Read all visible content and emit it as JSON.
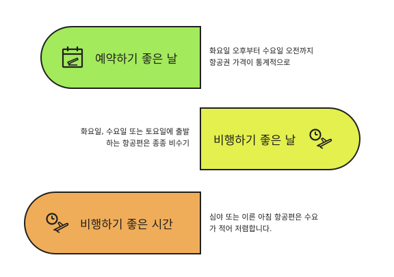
{
  "items": [
    {
      "label": "예약하기 좋은 날",
      "icon": "calendar-plane-icon",
      "color": "#a3ea5c",
      "description": [
        "화요일 오후부터 수요일 오전까지",
        "항공권 가격이 통계적으로"
      ]
    },
    {
      "label": "비행하기 좋은 날",
      "icon": "clock-plane-icon",
      "color": "#e3f04e",
      "description": [
        "화요일, 수요일 또는 토요일에 출발",
        "하는 항공편은 종종 비수기"
      ]
    },
    {
      "label": "비행하기 좋은 시간",
      "icon": "clock-plane-icon",
      "color": "#f0ad59",
      "description": [
        "심야 또는 이른 아침 항공편은 수요",
        "가 적어 저렴합니다."
      ]
    }
  ]
}
